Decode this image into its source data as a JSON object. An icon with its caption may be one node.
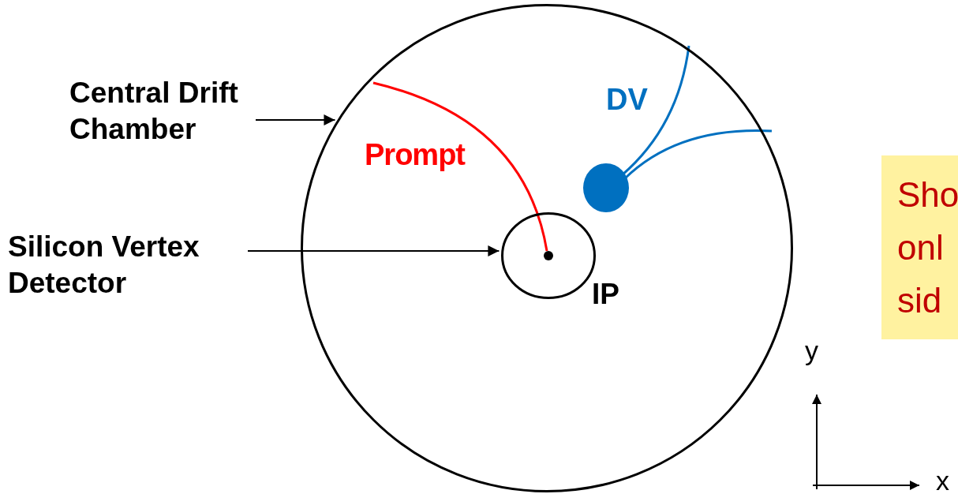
{
  "diagram": {
    "nodes": [
      {
        "text": [
          "Central Drift Chamber"
        ]
      },
      {
        "text": [],
        "shape": "circle"
      },
      {
        "text": [
          "Silicon Vertex Detector"
        ]
      },
      {
        "text": [],
        "shape": "circle",
        "in": 1
      }
    ],
    "edges": [
      {
        "from": 0,
        "to": 1,
        "arrow": "to"
      },
      {
        "from": 2,
        "to": 3,
        "arrow": "to"
      }
    ],
    "labels": [
      "DV",
      "Prompt",
      "Sho onl sid",
      "IP",
      "y",
      "x"
    ]
  }
}
